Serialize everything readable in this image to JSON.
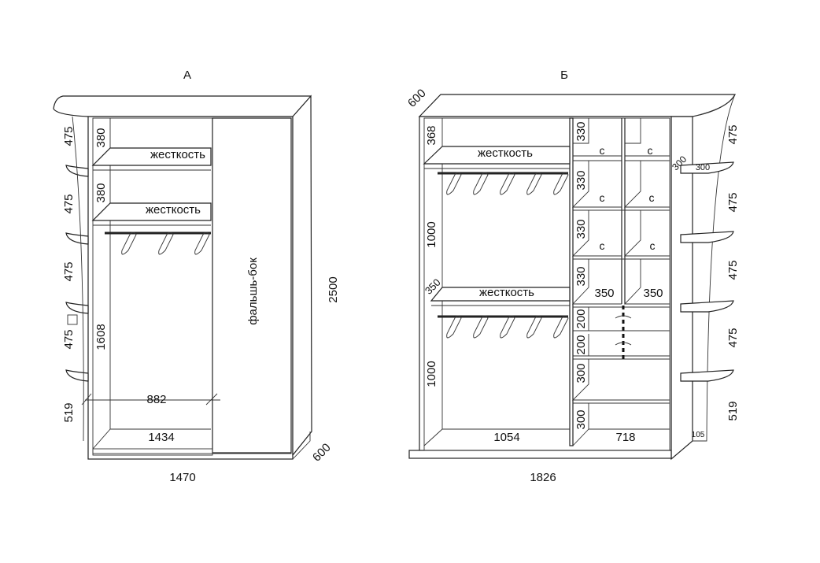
{
  "wardrobe_a": {
    "title": "А",
    "shelf_labels": [
      "жесткость",
      "жесткость"
    ],
    "side_label": "фальшь-бок",
    "dims": {
      "upper_shelf": "380",
      "second_shelf": "380",
      "hanging": "1608",
      "inner_width": "882",
      "bottom_width": "1434",
      "total_width": "1470",
      "height": "2500",
      "depth": "600"
    },
    "side_shelf_heights": [
      "475",
      "475",
      "475",
      "475",
      "519"
    ]
  },
  "wardrobe_b": {
    "title": "Б",
    "shelf_labels": [
      "жесткость",
      "жесткость"
    ],
    "dims": {
      "top_depth": "600",
      "upper_shelf": "368",
      "hanging_upper": "1000",
      "mid_shelf_depth": "350",
      "hanging_lower": "1000",
      "left_bottom": "1054",
      "right_bottom": "718",
      "total_width": "1826",
      "column_cells": [
        "330",
        "330",
        "330",
        "330"
      ],
      "drawer_cells": [
        "200",
        "200",
        "300"
      ],
      "bottom_cell": "300",
      "col_depths": [
        "350",
        "350"
      ],
      "side_depth": "300",
      "side_depth_2": "300",
      "plinth": "105"
    },
    "small_shelf_marks": [
      "с",
      "с",
      "с",
      "с",
      "с",
      "с"
    ],
    "side_shelf_heights": [
      "475",
      "475",
      "475",
      "475",
      "519"
    ]
  }
}
